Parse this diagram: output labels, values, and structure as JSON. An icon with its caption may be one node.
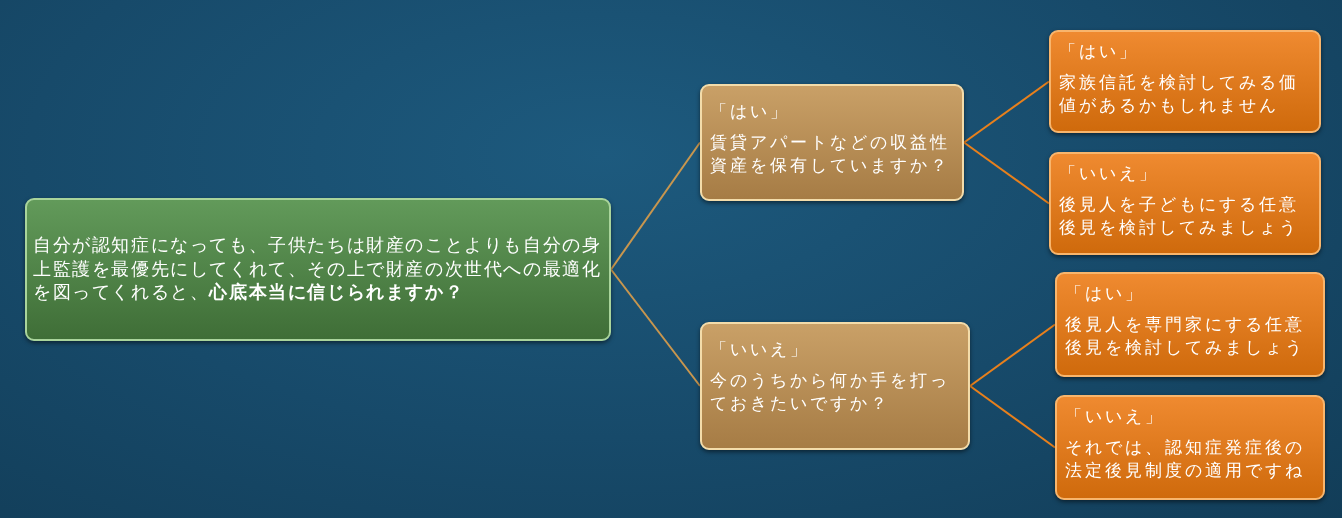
{
  "diagram": {
    "nodes": [
      {
        "text": [
          "自分が認知症になっても、子供たちは財産のことよりも自分の身上監護を最優先にしてくれて、その上で財産の次世代への最適化を図ってくれると、**心底本当に信じられますか？**"
        ]
      },
      {
        "text": [
          "「はい」",
          "賃貸アパートなどの収益性資産を保有していますか？"
        ]
      },
      {
        "text": [
          "「はい」",
          "家族信託を検討してみる価値があるかもしれません"
        ]
      },
      {
        "text": [
          "「いいえ」",
          "後見人を子どもにする任意後見を検討してみましょう"
        ]
      },
      {
        "text": [
          "「いいえ」",
          "今のうちから何か手を打っておきたいですか？"
        ]
      },
      {
        "text": [
          "「はい」",
          "後見人を専門家にする任意後見を検討してみましょう"
        ]
      },
      {
        "text": [
          "「いいえ」",
          "それでは、認知症発症後の法定後見制度の適用ですね"
        ]
      }
    ],
    "edges": [
      {
        "from": 0,
        "to": 1,
        "arrow": "none",
        "color": "#c8964e"
      },
      {
        "from": 1,
        "to": 2,
        "arrow": "none"
      },
      {
        "from": 1,
        "to": 3,
        "arrow": "none"
      },
      {
        "from": 0,
        "to": 4,
        "arrow": "none",
        "color": "#c8964e"
      },
      {
        "from": 4,
        "to": 5,
        "arrow": "none"
      },
      {
        "from": 4,
        "to": 6,
        "arrow": "none"
      }
    ]
  }
}
